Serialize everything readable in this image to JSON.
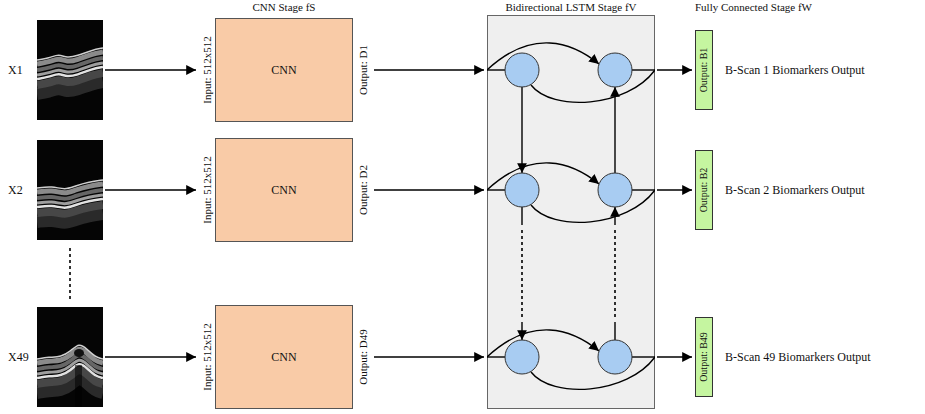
{
  "diagram": {
    "nodes": [
      {
        "text": [
          "X1"
        ]
      },
      {
        "text": [
          "Input: 512x512",
          "CNN",
          "Output: D1"
        ]
      },
      {
        "text": [
          "Bidirectional LSTM Stage fV"
        ]
      },
      {
        "text": [
          "Output: B1"
        ]
      },
      {
        "text": [
          "X2"
        ]
      },
      {
        "text": [
          "Input: 512x512",
          "CNN",
          "Output: D2"
        ]
      },
      {
        "text": [
          "Output: B2"
        ]
      },
      {
        "text": [
          "X49"
        ]
      },
      {
        "text": [
          "Input: 512x512",
          "CNN",
          "Output: D49"
        ]
      },
      {
        "text": [
          "Output: B49"
        ]
      }
    ],
    "edges": [
      {
        "from": 0,
        "to": 1,
        "arrow": "to"
      },
      {
        "from": 1,
        "to": 2,
        "arrow": "to"
      },
      {
        "from": 2,
        "to": 3,
        "arrow": "to"
      },
      {
        "from": 4,
        "to": 5,
        "arrow": "to"
      },
      {
        "from": 5,
        "to": 2,
        "arrow": "to"
      },
      {
        "from": 2,
        "to": 6,
        "arrow": "to"
      },
      {
        "from": 7,
        "to": 8,
        "arrow": "to"
      },
      {
        "from": 8,
        "to": 2,
        "arrow": "to"
      },
      {
        "from": 2,
        "to": 9,
        "arrow": "to"
      }
    ],
    "labels": [
      "CNN Stage fS",
      "Fully Connected Stage fW",
      "B-Scan 1 Biomarkers Output",
      "B-Scan 2 Biomarkers Output",
      "B-Scan 49 Biomarkers Output"
    ]
  }
}
